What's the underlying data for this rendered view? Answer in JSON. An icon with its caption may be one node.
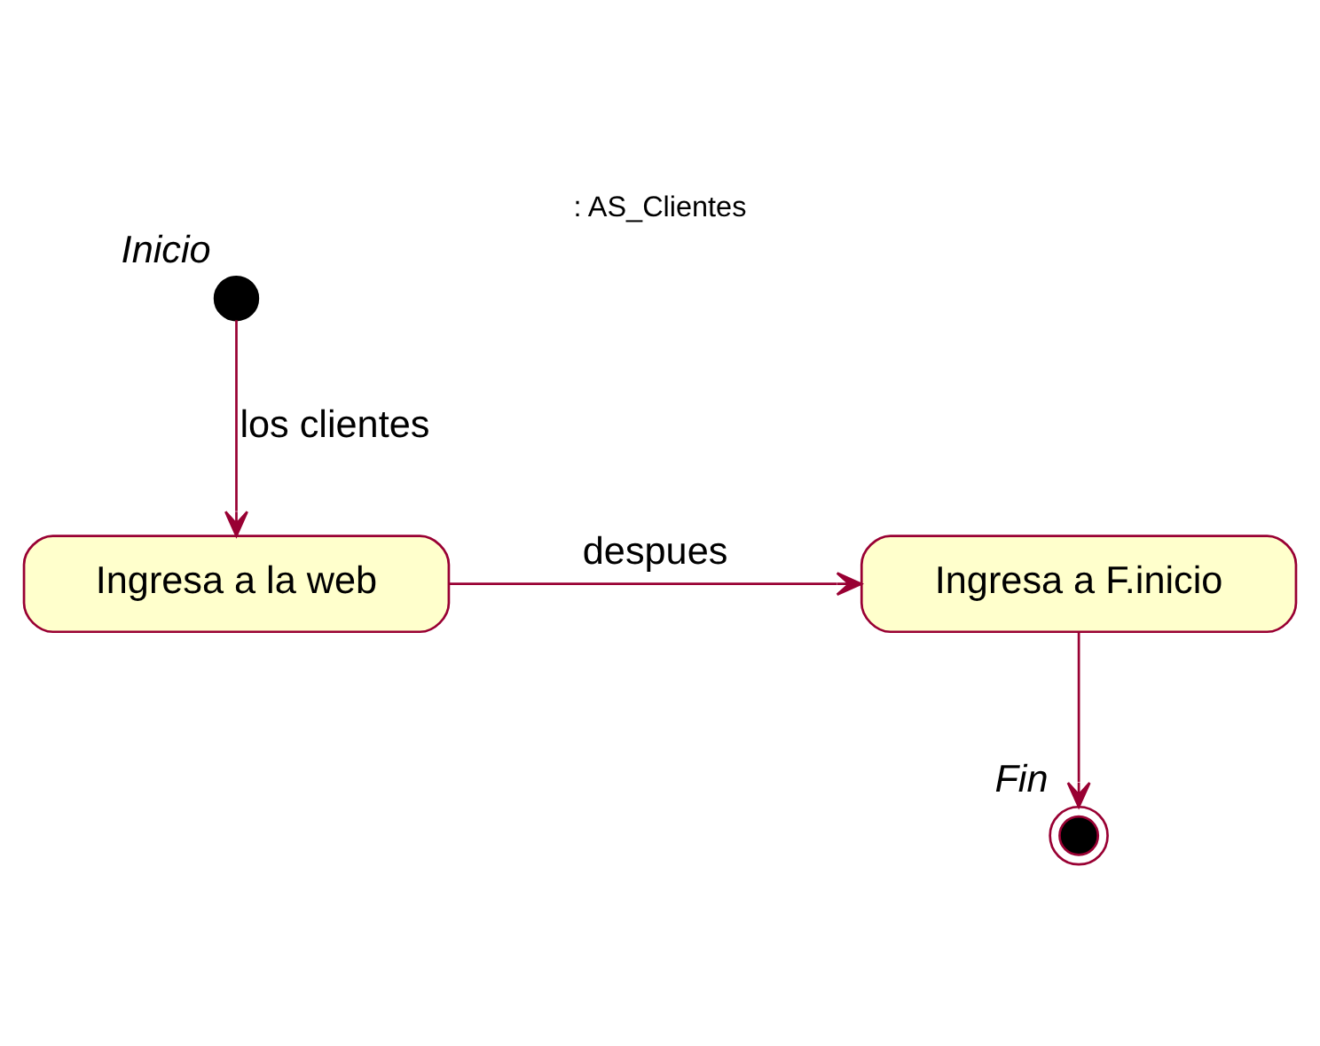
{
  "diagram": {
    "title": ": AS_Clientes",
    "nodes": [
      {
        "text": [],
        "shape": "circle",
        "beside": [
          "Inicio"
        ]
      },
      {
        "text": [
          "Ingresa a la web"
        ]
      },
      {
        "text": [
          "Ingresa a F.inicio"
        ]
      },
      {
        "text": [],
        "shape": "bullseye",
        "beside": [
          "Fin"
        ]
      }
    ],
    "edges": [
      {
        "from": 0,
        "to": 1,
        "arrow": "to",
        "label": "los clientes"
      },
      {
        "from": 1,
        "to": 2,
        "arrow": "to",
        "label": "despues"
      },
      {
        "from": 2,
        "to": 3,
        "arrow": "to"
      }
    ]
  }
}
